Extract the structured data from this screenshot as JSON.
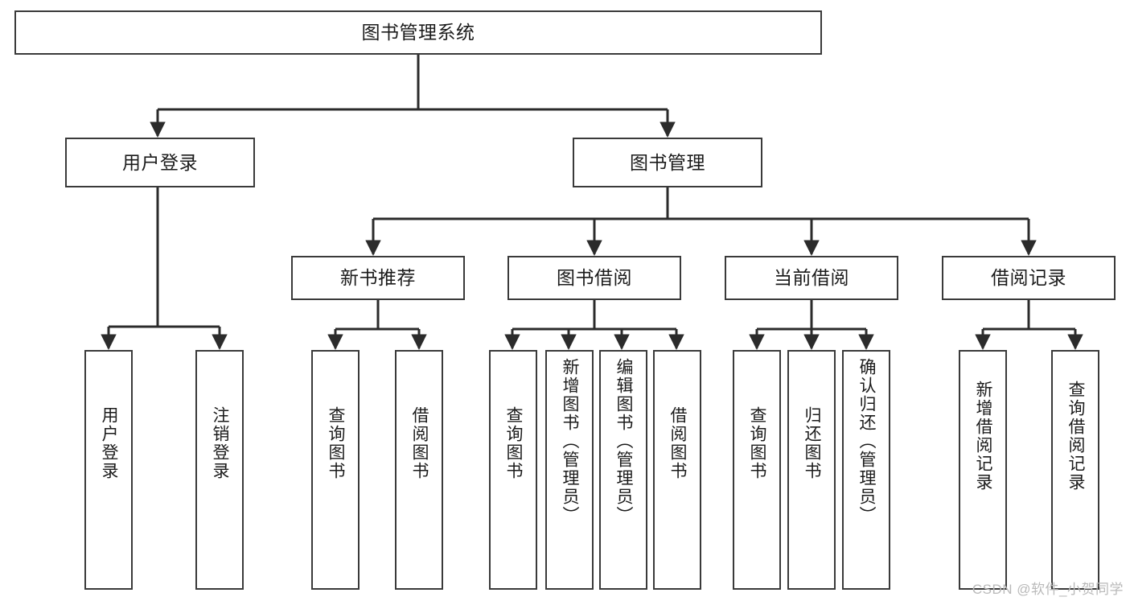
{
  "diagram": {
    "title": "图书管理系统",
    "type": "tree",
    "orientation": "top-down",
    "colors": {
      "box_border": "#3a3a3a",
      "box_fill": "#ffffff",
      "edge": "#2b2b2b",
      "text": "#1b1b1b",
      "watermark": "#b9b9b9",
      "background": "#ffffff"
    },
    "watermark": "CSDN @软件_小贺同学"
  },
  "nodes": {
    "root": {
      "label": "图书管理系统",
      "level": 0
    },
    "level1": [
      {
        "id": "user-login",
        "label": "用户登录",
        "level": 1
      },
      {
        "id": "book-manage",
        "label": "图书管理",
        "level": 1
      }
    ],
    "level2": [
      {
        "id": "new-book-recommend",
        "label": "新书推荐",
        "level": 2,
        "parent": "book-manage"
      },
      {
        "id": "book-borrow",
        "label": "图书借阅",
        "level": 2,
        "parent": "book-manage"
      },
      {
        "id": "current-borrow",
        "label": "当前借阅",
        "level": 2,
        "parent": "book-manage"
      },
      {
        "id": "borrow-record",
        "label": "借阅记录",
        "level": 2,
        "parent": "book-manage"
      }
    ],
    "leaves": [
      {
        "id": "leaf-user-login",
        "label": "用户登录",
        "parent": "user-login"
      },
      {
        "id": "leaf-user-logout",
        "label": "注销登录",
        "parent": "user-login"
      },
      {
        "id": "leaf-query-book-1",
        "label": "查询图书",
        "parent": "new-book-recommend"
      },
      {
        "id": "leaf-borrow-book-1",
        "label": "借阅图书",
        "parent": "new-book-recommend"
      },
      {
        "id": "leaf-query-book-2",
        "label": "查询图书",
        "parent": "book-borrow"
      },
      {
        "id": "leaf-add-book",
        "label": "新增图书（管理员）",
        "parent": "book-borrow"
      },
      {
        "id": "leaf-edit-book",
        "label": "编辑图书（管理员）",
        "parent": "book-borrow"
      },
      {
        "id": "leaf-borrow-book-2",
        "label": "借阅图书",
        "parent": "book-borrow"
      },
      {
        "id": "leaf-query-book-3",
        "label": "查询图书",
        "parent": "current-borrow"
      },
      {
        "id": "leaf-return-book",
        "label": "归还图书",
        "parent": "current-borrow"
      },
      {
        "id": "leaf-confirm-return",
        "label": "确认归还（管理员）",
        "parent": "current-borrow"
      },
      {
        "id": "leaf-add-record",
        "label": "新增借阅记录",
        "parent": "borrow-record"
      },
      {
        "id": "leaf-query-record",
        "label": "查询借阅记录",
        "parent": "borrow-record"
      }
    ]
  }
}
